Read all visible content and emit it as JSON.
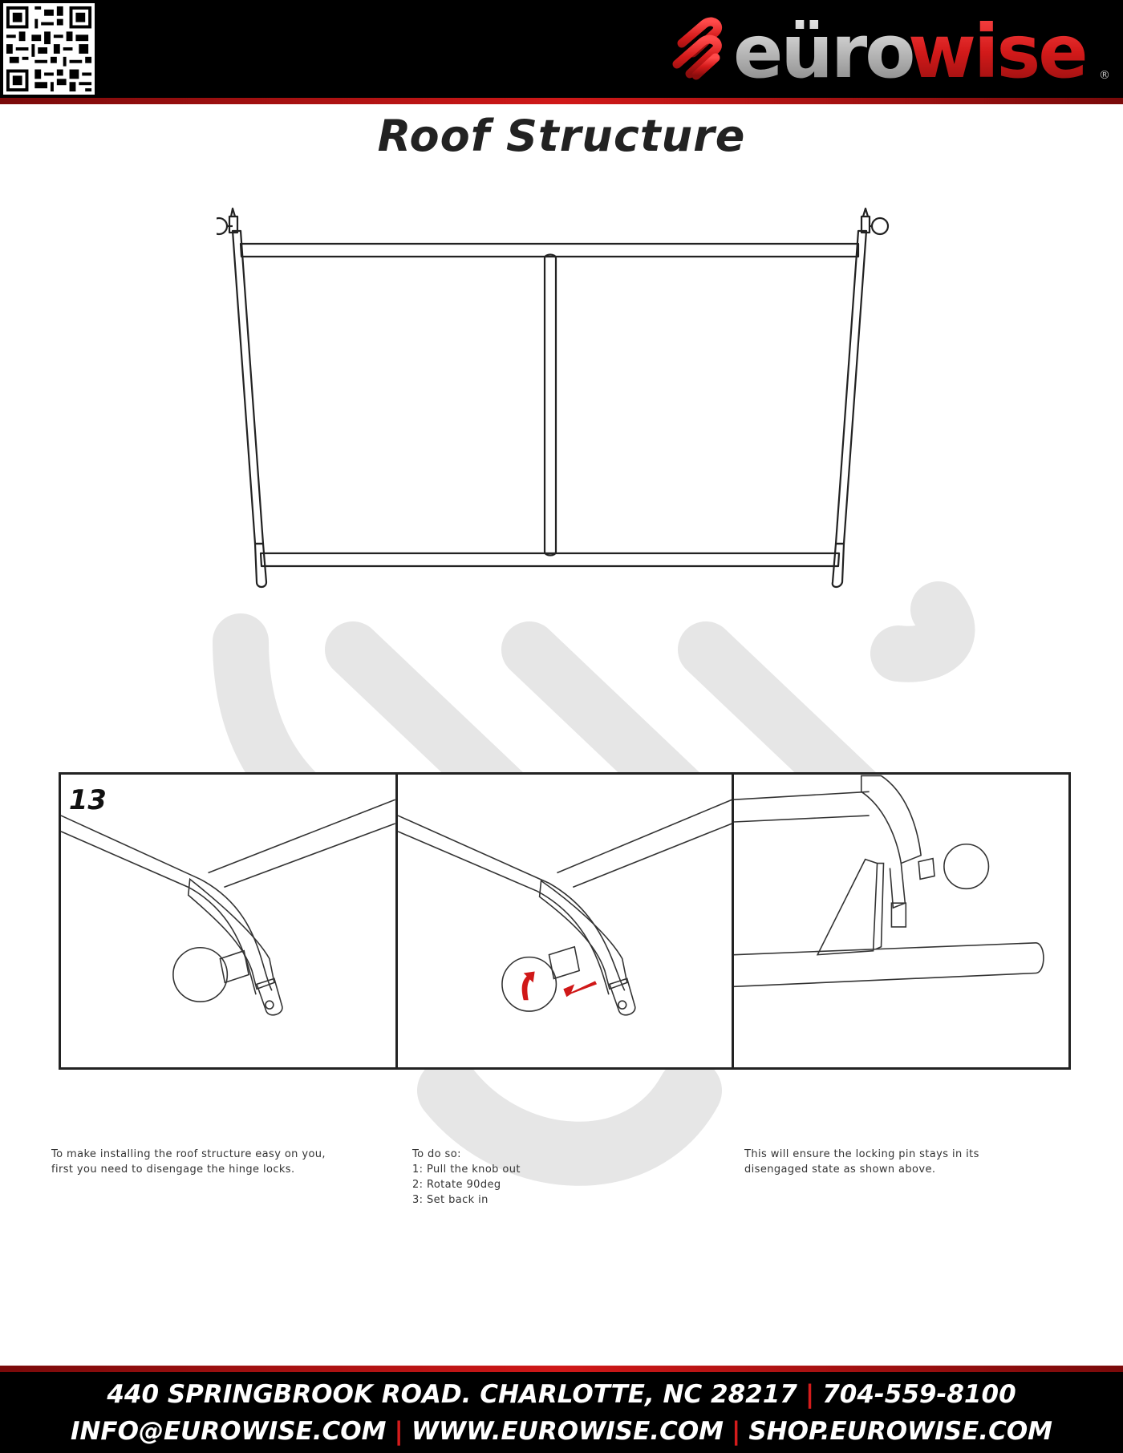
{
  "header": {
    "brand_prefix": "eüro",
    "brand_suffix": "wise",
    "registered_mark": "®",
    "qr_icon": "qr-code-icon",
    "logo_icon": "eurowise-swirl-icon",
    "colors": {
      "background": "#000000",
      "accent": "#d01818",
      "silver": "#c8c8c8"
    }
  },
  "title": "Roof Structure",
  "steps": {
    "number": "13",
    "captions": [
      {
        "lines": [
          "To make installing the roof structure easy on you,",
          "first you need to disengage the hinge locks."
        ]
      },
      {
        "lines": [
          "To do so:",
          "1: Pull the knob out",
          "2: Rotate 90deg",
          "3: Set back in"
        ]
      },
      {
        "lines": [
          "This will ensure the locking pin stays in its",
          "disengaged state as shown above."
        ]
      }
    ]
  },
  "footer": {
    "address": "440 SPRINGBROOK ROAD. CHARLOTTE, NC 28217",
    "phone": "704-559-8100",
    "email": "INFO@EUROWISE.COM",
    "website": "WWW.EUROWISE.COM",
    "shop": "SHOP.EUROWISE.COM",
    "separator": "|"
  }
}
